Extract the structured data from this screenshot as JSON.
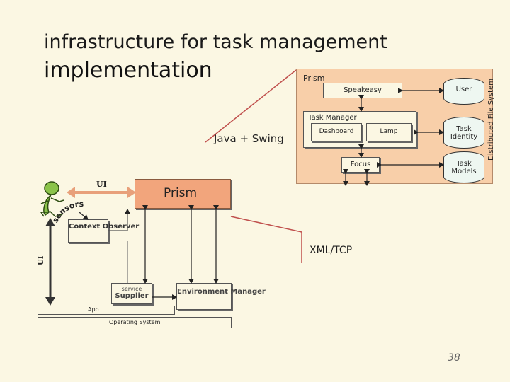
{
  "title": {
    "line1": "infrastructure for task management",
    "line2": "implementation"
  },
  "prism_panel": {
    "label": "Prism",
    "speakeasy": "Speakeasy",
    "task_manager": "Task Manager",
    "dashboard": "Dashboard",
    "lamp": "Lamp",
    "focus": "Focus"
  },
  "storage": {
    "user": "User",
    "task_identity": "Task Identity",
    "task_models": "Task Models",
    "dfs_label": "Distributed File System"
  },
  "java_swing": "Java + Swing",
  "ui_top": "UI",
  "ui_side": "UI",
  "prism_bar": "Prism",
  "sensors": "sensors",
  "context_observer": "Context Observer",
  "xml_tcp": "XML/TCP",
  "service_label": "service",
  "supplier": "Supplier",
  "environment_manager": "Environment Manager",
  "app": "App",
  "operating_system": "Operating System",
  "page_number": "38",
  "colors": {
    "background": "#fbf7e3",
    "prism_panel": "#f8cfa9",
    "prism_bar": "#f2a57c",
    "callout_line": "#c0504d",
    "ui_arrow": "#e8a07a",
    "figure": "#8bc34a"
  }
}
